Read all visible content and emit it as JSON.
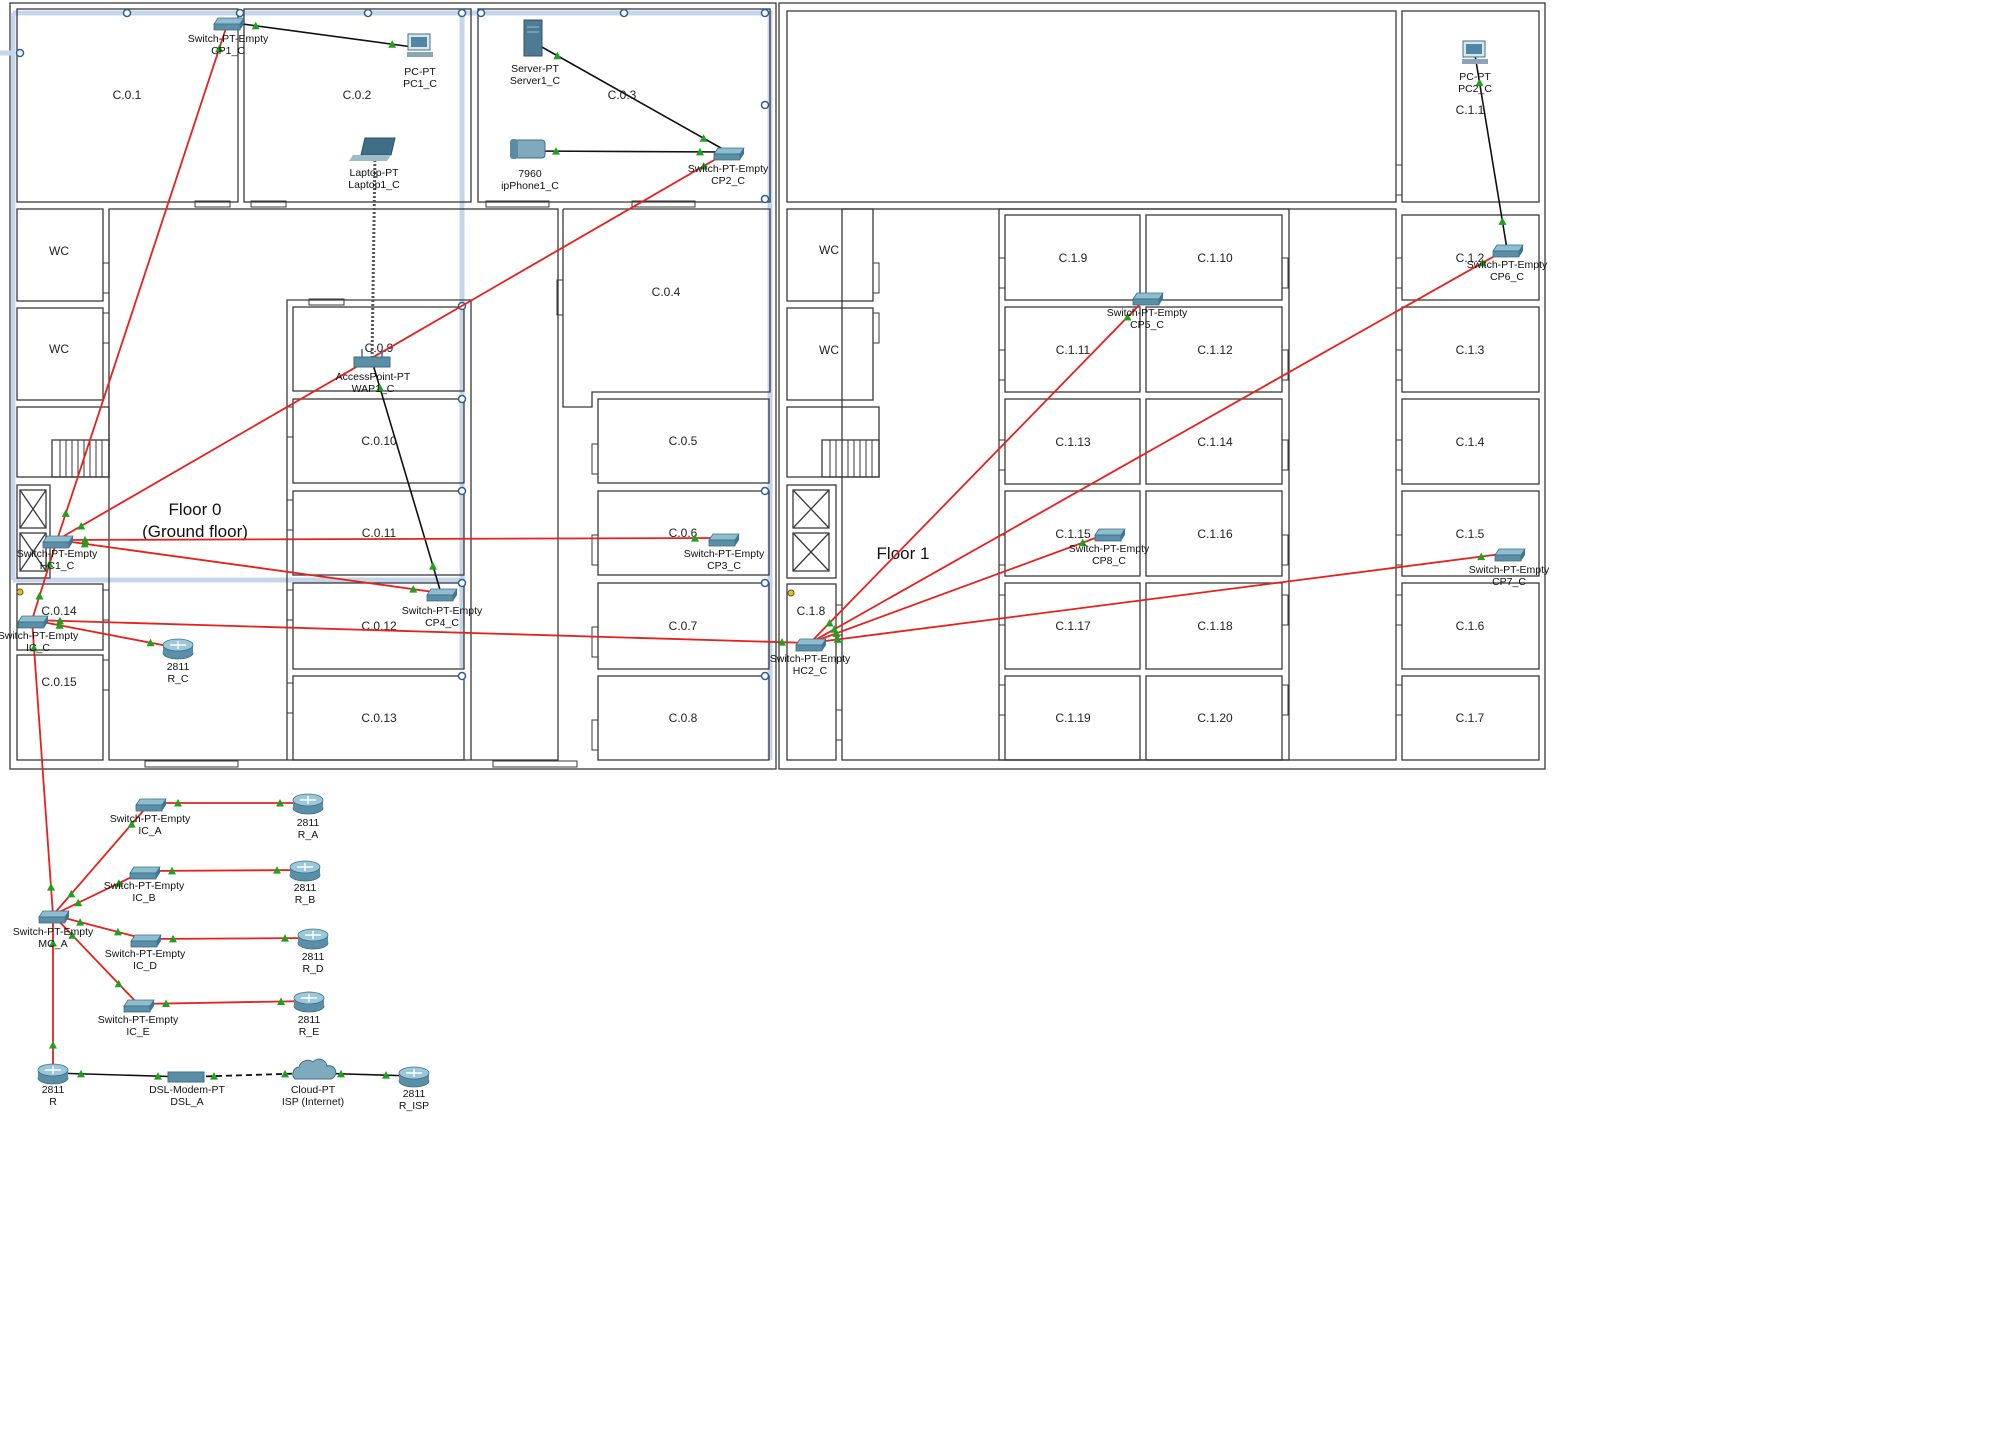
{
  "floor0": {
    "title": "Floor 0",
    "subtitle": "(Ground floor)",
    "rooms": [
      {
        "id": "C.0.1",
        "label": "C.0.1"
      },
      {
        "id": "C.0.2",
        "label": "C.0.2"
      },
      {
        "id": "C.0.3",
        "label": "C.0.3"
      },
      {
        "id": "C.0.4",
        "label": "C.0.4"
      },
      {
        "id": "C.0.5",
        "label": "C.0.5"
      },
      {
        "id": "C.0.6",
        "label": "C.0.6"
      },
      {
        "id": "C.0.7",
        "label": "C.0.7"
      },
      {
        "id": "C.0.8",
        "label": "C.0.8"
      },
      {
        "id": "C.0.9",
        "label": "C.0.9"
      },
      {
        "id": "C.0.10",
        "label": "C.0.10"
      },
      {
        "id": "C.0.11",
        "label": "C.0.11"
      },
      {
        "id": "C.0.12",
        "label": "C.0.12"
      },
      {
        "id": "C.0.13",
        "label": "C.0.13"
      },
      {
        "id": "C.0.14",
        "label": "C.0.14"
      },
      {
        "id": "C.0.15",
        "label": "C.0.15"
      },
      {
        "id": "WC0a",
        "label": "WC"
      },
      {
        "id": "WC0b",
        "label": "WC"
      }
    ]
  },
  "floor1": {
    "title": "Floor 1",
    "rooms": [
      {
        "id": "C.1.1",
        "label": "C.1.1"
      },
      {
        "id": "C.1.2",
        "label": "C.1.2"
      },
      {
        "id": "C.1.3",
        "label": "C.1.3"
      },
      {
        "id": "C.1.4",
        "label": "C.1.4"
      },
      {
        "id": "C.1.5",
        "label": "C.1.5"
      },
      {
        "id": "C.1.6",
        "label": "C.1.6"
      },
      {
        "id": "C.1.7",
        "label": "C.1.7"
      },
      {
        "id": "C.1.8",
        "label": "C.1.8"
      },
      {
        "id": "C.1.9",
        "label": "C.1.9"
      },
      {
        "id": "C.1.10",
        "label": "C.1.10"
      },
      {
        "id": "C.1.11",
        "label": "C.1.11"
      },
      {
        "id": "C.1.12",
        "label": "C.1.12"
      },
      {
        "id": "C.1.13",
        "label": "C.1.13"
      },
      {
        "id": "C.1.14",
        "label": "C.1.14"
      },
      {
        "id": "C.1.15",
        "label": "C.1.15"
      },
      {
        "id": "C.1.16",
        "label": "C.1.16"
      },
      {
        "id": "C.1.17",
        "label": "C.1.17"
      },
      {
        "id": "C.1.18",
        "label": "C.1.18"
      },
      {
        "id": "C.1.19",
        "label": "C.1.19"
      },
      {
        "id": "C.1.20",
        "label": "C.1.20"
      },
      {
        "id": "WC1a",
        "label": "WC"
      },
      {
        "id": "WC1b",
        "label": "WC"
      }
    ]
  },
  "devices": [
    {
      "id": "CP1_C",
      "type": "switch",
      "model": "Switch-PT-Empty",
      "name": "CP1_C"
    },
    {
      "id": "PC1_C",
      "type": "pc",
      "model": "PC-PT",
      "name": "PC1_C"
    },
    {
      "id": "Server1_C",
      "type": "server",
      "model": "Server-PT",
      "name": "Server1_C"
    },
    {
      "id": "ipPhone1_C",
      "type": "phone",
      "model": "7960",
      "name": "ipPhone1_C"
    },
    {
      "id": "CP2_C",
      "type": "switch",
      "model": "Switch-PT-Empty",
      "name": "CP2_C"
    },
    {
      "id": "Laptop1_C",
      "type": "laptop",
      "model": "Laptop-PT",
      "name": "Laptop1_C"
    },
    {
      "id": "WAP1_C",
      "type": "ap",
      "model": "AccessPoint-PT",
      "name": "WAP1_C"
    },
    {
      "id": "HC1_C",
      "type": "switch",
      "model": "Switch-PT-Empty",
      "name": "HC1_C"
    },
    {
      "id": "CP3_C",
      "type": "switch",
      "model": "Switch-PT-Empty",
      "name": "CP3_C"
    },
    {
      "id": "CP4_C",
      "type": "switch",
      "model": "Switch-PT-Empty",
      "name": "CP4_C"
    },
    {
      "id": "IC_C",
      "type": "switch",
      "model": "Switch-PT-Empty",
      "name": "IC_C"
    },
    {
      "id": "R_C",
      "type": "router",
      "model": "2811",
      "name": "R_C"
    },
    {
      "id": "HC2_C",
      "type": "switch",
      "model": "Switch-PT-Empty",
      "name": "HC2_C"
    },
    {
      "id": "CP5_C",
      "type": "switch",
      "model": "Switch-PT-Empty",
      "name": "CP5_C"
    },
    {
      "id": "CP6_C",
      "type": "switch",
      "model": "Switch-PT-Empty",
      "name": "CP6_C"
    },
    {
      "id": "CP7_C",
      "type": "switch",
      "model": "Switch-PT-Empty",
      "name": "CP7_C"
    },
    {
      "id": "CP8_C",
      "type": "switch",
      "model": "Switch-PT-Empty",
      "name": "CP8_C"
    },
    {
      "id": "PC2_C",
      "type": "pc",
      "model": "PC-PT",
      "name": "PC2_C"
    },
    {
      "id": "IC_A",
      "type": "switch",
      "model": "Switch-PT-Empty",
      "name": "IC_A"
    },
    {
      "id": "R_A",
      "type": "router",
      "model": "2811",
      "name": "R_A"
    },
    {
      "id": "IC_B",
      "type": "switch",
      "model": "Switch-PT-Empty",
      "name": "IC_B"
    },
    {
      "id": "R_B",
      "type": "router",
      "model": "2811",
      "name": "R_B"
    },
    {
      "id": "MC_A",
      "type": "switch",
      "model": "Switch-PT-Empty",
      "name": "MC_A"
    },
    {
      "id": "IC_D",
      "type": "switch",
      "model": "Switch-PT-Empty",
      "name": "IC_D"
    },
    {
      "id": "R_D",
      "type": "router",
      "model": "2811",
      "name": "R_D"
    },
    {
      "id": "IC_E",
      "type": "switch",
      "model": "Switch-PT-Empty",
      "name": "IC_E"
    },
    {
      "id": "R_E",
      "type": "router",
      "model": "2811",
      "name": "R_E"
    },
    {
      "id": "R",
      "type": "router",
      "model": "2811",
      "name": "R"
    },
    {
      "id": "DSL_A",
      "type": "modem",
      "model": "DSL-Modem-PT",
      "name": "DSL_A"
    },
    {
      "id": "ISP",
      "type": "cloud",
      "model": "Cloud-PT",
      "name": "ISP (Internet)"
    },
    {
      "id": "R_ISP",
      "type": "router",
      "model": "2811",
      "name": "R_ISP"
    }
  ],
  "links": [
    {
      "from": "CP1_C",
      "to": "PC1_C",
      "kind": "copper"
    },
    {
      "from": "HC1_C",
      "to": "CP1_C",
      "kind": "fiber"
    },
    {
      "from": "Server1_C",
      "to": "CP2_C",
      "kind": "copper"
    },
    {
      "from": "ipPhone1_C",
      "to": "CP2_C",
      "kind": "copper"
    },
    {
      "from": "HC1_C",
      "to": "CP2_C",
      "kind": "fiber"
    },
    {
      "from": "Laptop1_C",
      "to": "WAP1_C",
      "kind": "wireless"
    },
    {
      "from": "WAP1_C",
      "to": "CP4_C",
      "kind": "copper"
    },
    {
      "from": "HC1_C",
      "to": "CP3_C",
      "kind": "fiber"
    },
    {
      "from": "HC1_C",
      "to": "CP4_C",
      "kind": "fiber"
    },
    {
      "from": "IC_C",
      "to": "HC1_C",
      "kind": "fiber"
    },
    {
      "from": "IC_C",
      "to": "R_C",
      "kind": "fiber"
    },
    {
      "from": "IC_C",
      "to": "HC2_C",
      "kind": "fiber"
    },
    {
      "from": "HC2_C",
      "to": "CP5_C",
      "kind": "fiber"
    },
    {
      "from": "HC2_C",
      "to": "CP6_C",
      "kind": "fiber"
    },
    {
      "from": "HC2_C",
      "to": "CP7_C",
      "kind": "fiber"
    },
    {
      "from": "HC2_C",
      "to": "CP8_C",
      "kind": "fiber"
    },
    {
      "from": "CP6_C",
      "to": "PC2_C",
      "kind": "copper"
    },
    {
      "from": "MC_A",
      "to": "IC_C",
      "kind": "fiber"
    },
    {
      "from": "MC_A",
      "to": "IC_A",
      "kind": "fiber"
    },
    {
      "from": "IC_A",
      "to": "R_A",
      "kind": "fiber"
    },
    {
      "from": "MC_A",
      "to": "IC_B",
      "kind": "fiber"
    },
    {
      "from": "IC_B",
      "to": "R_B",
      "kind": "fiber"
    },
    {
      "from": "MC_A",
      "to": "IC_D",
      "kind": "fiber"
    },
    {
      "from": "IC_D",
      "to": "R_D",
      "kind": "fiber"
    },
    {
      "from": "MC_A",
      "to": "IC_E",
      "kind": "fiber"
    },
    {
      "from": "IC_E",
      "to": "R_E",
      "kind": "fiber"
    },
    {
      "from": "R",
      "to": "MC_A",
      "kind": "fiber"
    },
    {
      "from": "R",
      "to": "DSL_A",
      "kind": "copper"
    },
    {
      "from": "DSL_A",
      "to": "ISP",
      "kind": "dashed"
    },
    {
      "from": "ISP",
      "to": "R_ISP",
      "kind": "copper"
    }
  ],
  "colors": {
    "fiber": "#e8201c",
    "copper": "#111111",
    "wall": "#3a3a3a",
    "wall_fill": "#ffffff",
    "highlight": "#c5d6ea",
    "link_light": "#1fa01f",
    "device": "#5b8fa8"
  }
}
